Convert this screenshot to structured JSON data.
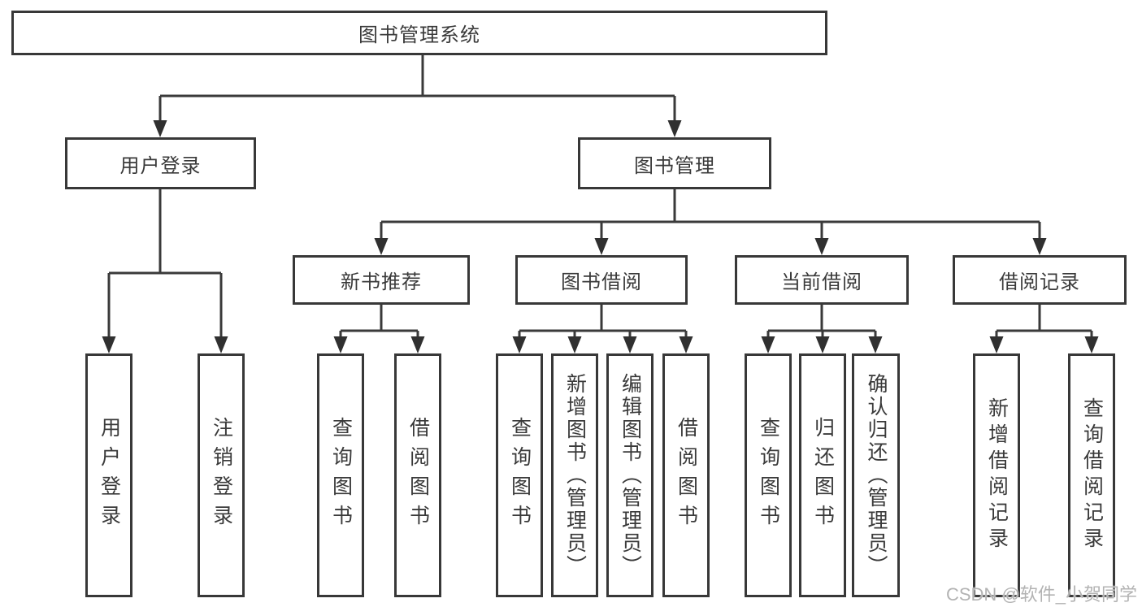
{
  "diagram": {
    "title": "图书管理系统",
    "root": {
      "label": "图书管理系统"
    },
    "level2": {
      "user_login": {
        "label": "用户登录"
      },
      "book_management": {
        "label": "图书管理"
      }
    },
    "level3": {
      "new_books": {
        "label": "新书推荐"
      },
      "book_borrowing": {
        "label": "图书借阅"
      },
      "current_borrowing": {
        "label": "当前借阅"
      },
      "borrow_records": {
        "label": "借阅记录"
      }
    },
    "leaves": {
      "user_login": [
        "用户登录",
        "注销登录"
      ],
      "new_books": [
        "查询图书",
        "借阅图书"
      ],
      "book_borrowing": [
        "查询图书",
        "新增图书（管理员）",
        "编辑图书（管理员）",
        "借阅图书"
      ],
      "current_borrowing": [
        "查询图书",
        "归还图书",
        "确认归还（管理员）"
      ],
      "borrow_records": [
        "新增借阅记录",
        "查询借阅记录"
      ]
    },
    "line_color": "#3a3a3a",
    "box_background": "#ffffff",
    "text_color": "#3a3a3a"
  },
  "watermark": {
    "text": "CSDN @软件_小贺同学",
    "color": "#b3b3b3"
  }
}
